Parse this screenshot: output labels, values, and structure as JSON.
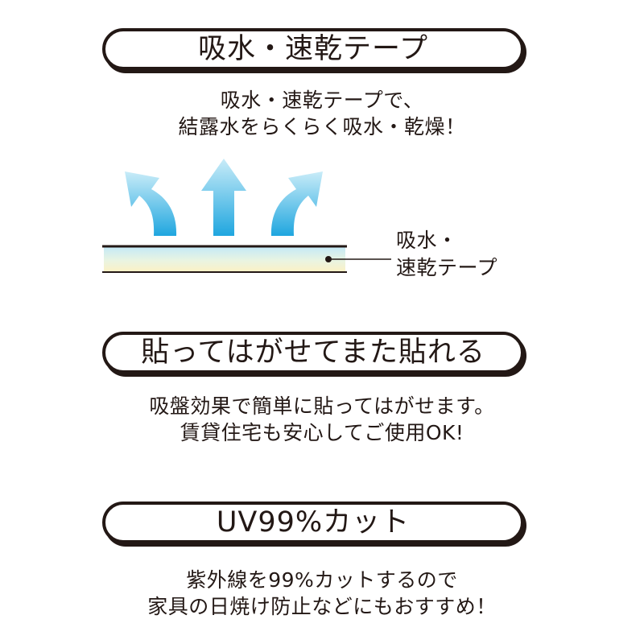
{
  "sections": [
    {
      "heading": "吸水・速乾テープ",
      "lines": [
        "吸水・速乾テープで、",
        "結露水をらくらく吸水・乾燥！"
      ]
    },
    {
      "heading": "貼ってはがせてまた貼れる",
      "lines": [
        "吸盤効果で簡単に貼ってはがせます。",
        "賃貸住宅も安心してご使用OK!"
      ]
    },
    {
      "heading": "UV99%カット",
      "lines": [
        "紫外線を99%カットするので",
        "家具の日焼け防止などにもおすすめ！"
      ]
    }
  ],
  "diagram": {
    "label_lines": [
      "吸水・",
      "速乾テープ"
    ],
    "arrow_icons": [
      "arrow-up-left-curved-icon",
      "arrow-up-icon",
      "arrow-up-right-curved-icon"
    ],
    "colors": {
      "arrow_top": "#c9ecf8",
      "arrow_bottom": "#1fa6df",
      "tape_top": "#c5e9f6",
      "tape_bottom": "#fbf1c6",
      "outline": "#231815"
    }
  }
}
